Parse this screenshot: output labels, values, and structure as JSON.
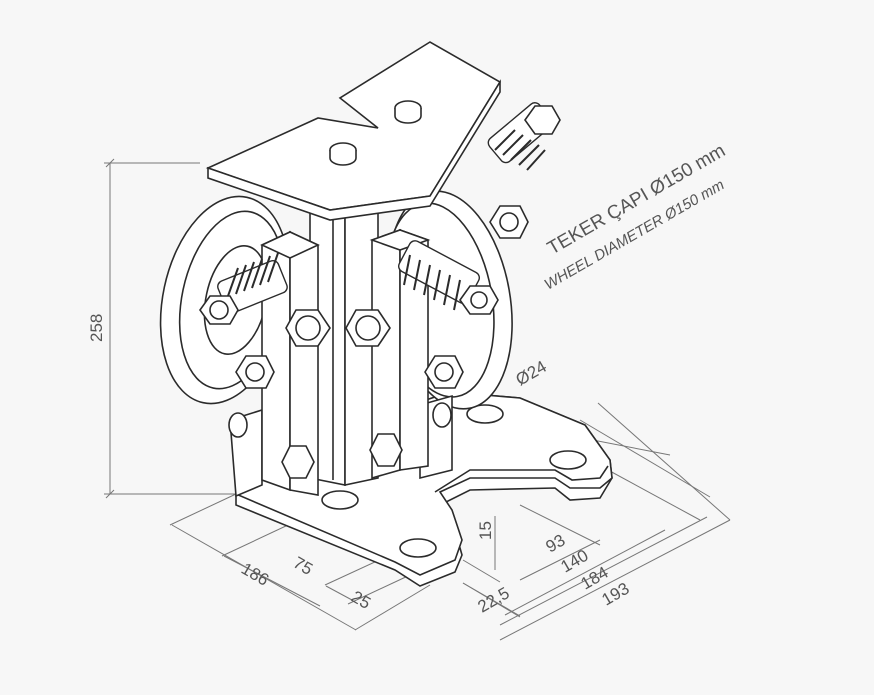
{
  "colors": {
    "background": "#f7f7f7",
    "linework": "#2b2b2b",
    "dimension_lines": "#777777",
    "dimension_text": "#555555"
  },
  "annotations": {
    "wheel_diameter_tr": "TEKER ÇAPI Ø150 mm",
    "wheel_diameter_en": "WHEEL DIAMETER Ø150 mm",
    "hole_diameter": "Ø24"
  },
  "dimensions": {
    "height": "258",
    "d186": "186",
    "d75": "75",
    "d25": "25",
    "d22_5": "22,5",
    "d15": "15",
    "d93": "93",
    "d140": "140",
    "d184": "184",
    "d193": "193"
  }
}
